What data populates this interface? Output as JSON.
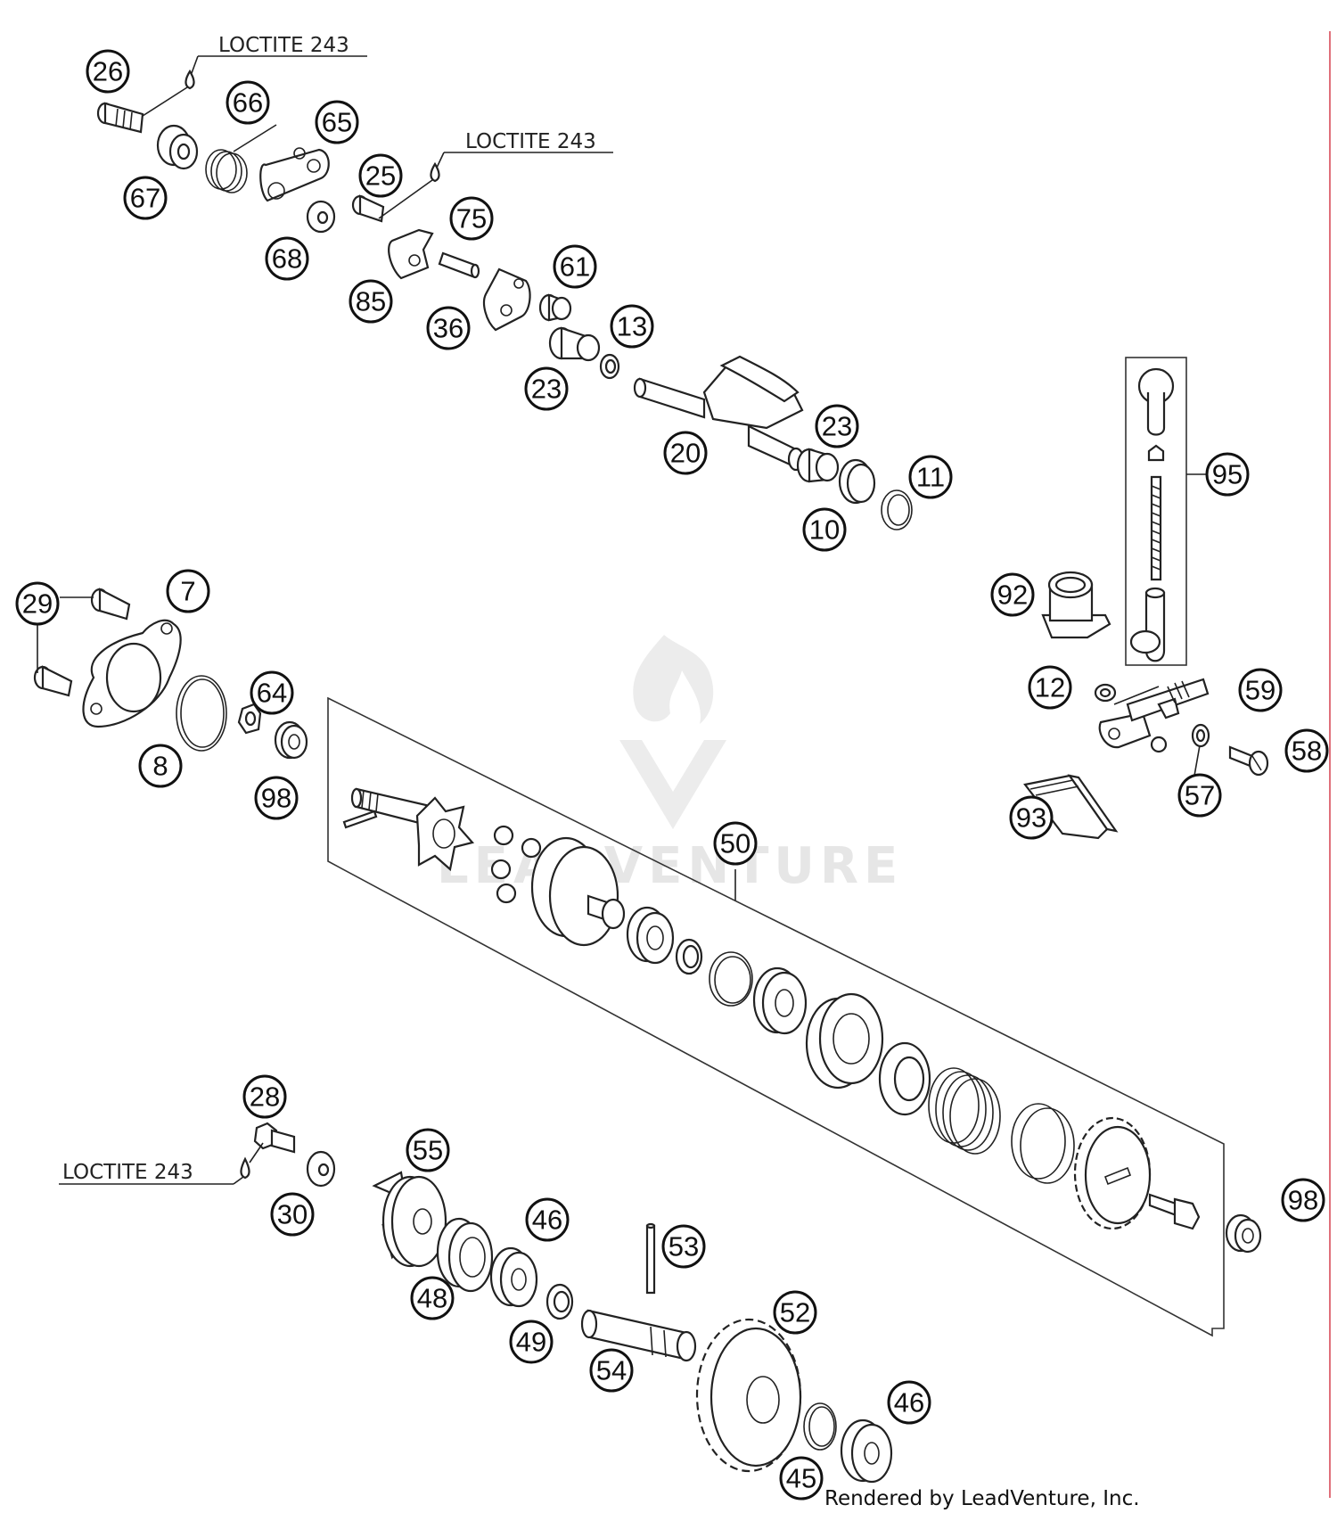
{
  "diagram": {
    "loctite_notes": [
      "LOCTITE 243",
      "LOCTITE 243",
      "LOCTITE 243"
    ],
    "part_labels": [
      "26",
      "66",
      "65",
      "67",
      "25",
      "75",
      "68",
      "85",
      "61",
      "36",
      "13",
      "23",
      "20",
      "23",
      "10",
      "11",
      "95",
      "92",
      "29",
      "7",
      "64",
      "12",
      "59",
      "8",
      "98",
      "58",
      "57",
      "93",
      "50",
      "28",
      "55",
      "30",
      "46",
      "53",
      "48",
      "49",
      "98",
      "52",
      "54",
      "46",
      "45"
    ],
    "watermark": "LEADVENTURE",
    "footer": "Rendered by LeadVenture, Inc."
  }
}
